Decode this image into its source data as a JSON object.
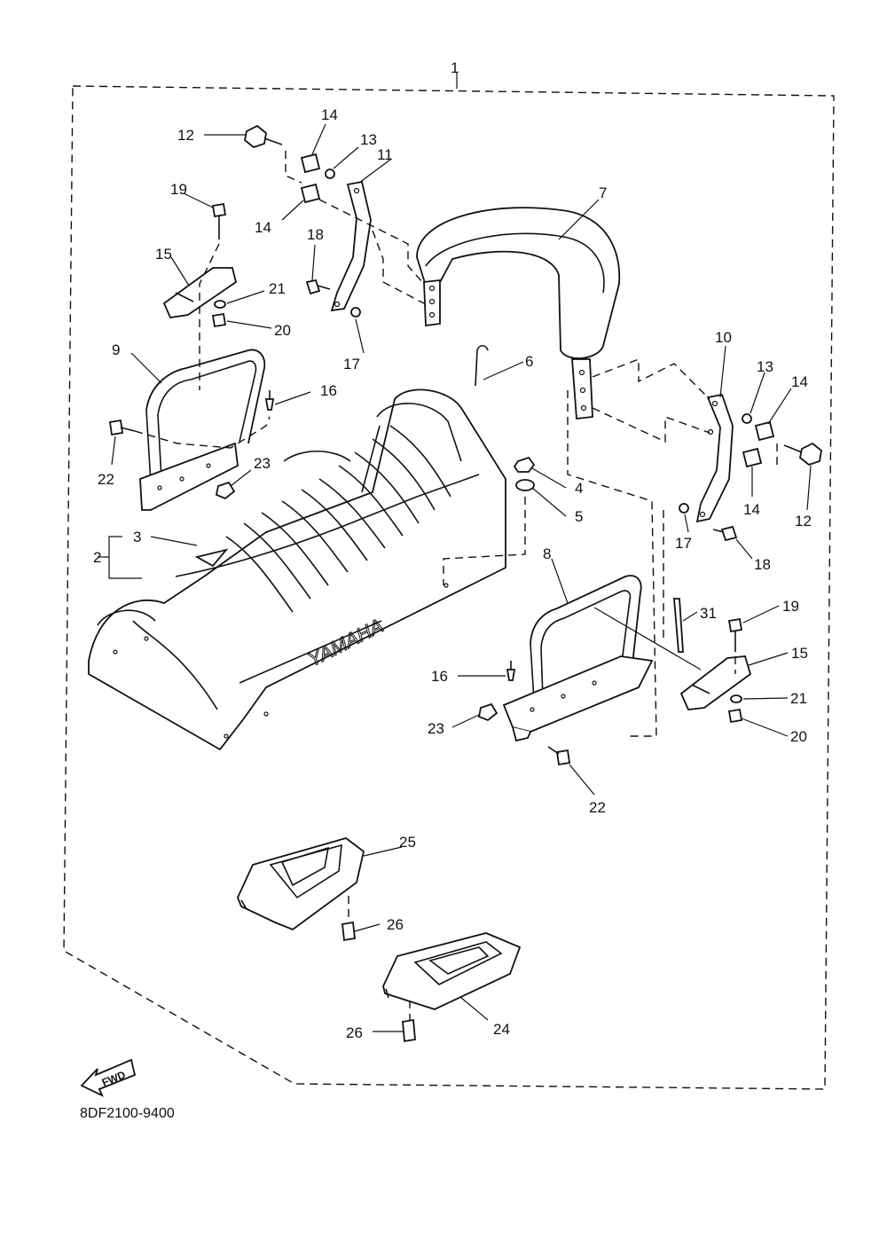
{
  "diagram": {
    "part_labels": {
      "p1": "1",
      "p2": "2",
      "p3": "3",
      "p4": "4",
      "p5": "5",
      "p6": "6",
      "p7": "7",
      "p8": "8",
      "p9": "9",
      "p10": "10",
      "p11": "11",
      "p12a": "12",
      "p12b": "12",
      "p13a": "13",
      "p13b": "13",
      "p14a": "14",
      "p14b": "14",
      "p14c": "14",
      "p14d": "14",
      "p15a": "15",
      "p15b": "15",
      "p16a": "16",
      "p16b": "16",
      "p17a": "17",
      "p17b": "17",
      "p18a": "18",
      "p18b": "18",
      "p19a": "19",
      "p19b": "19",
      "p20a": "20",
      "p20b": "20",
      "p21a": "21",
      "p21b": "21",
      "p22a": "22",
      "p22b": "22",
      "p23a": "23",
      "p23b": "23",
      "p24": "24",
      "p25": "25",
      "p26a": "26",
      "p26b": "26",
      "p31": "31"
    },
    "seat_brand": "YAMAHA",
    "fwd_arrow": "FWD",
    "drawing_code": "8DF2100-9400"
  }
}
